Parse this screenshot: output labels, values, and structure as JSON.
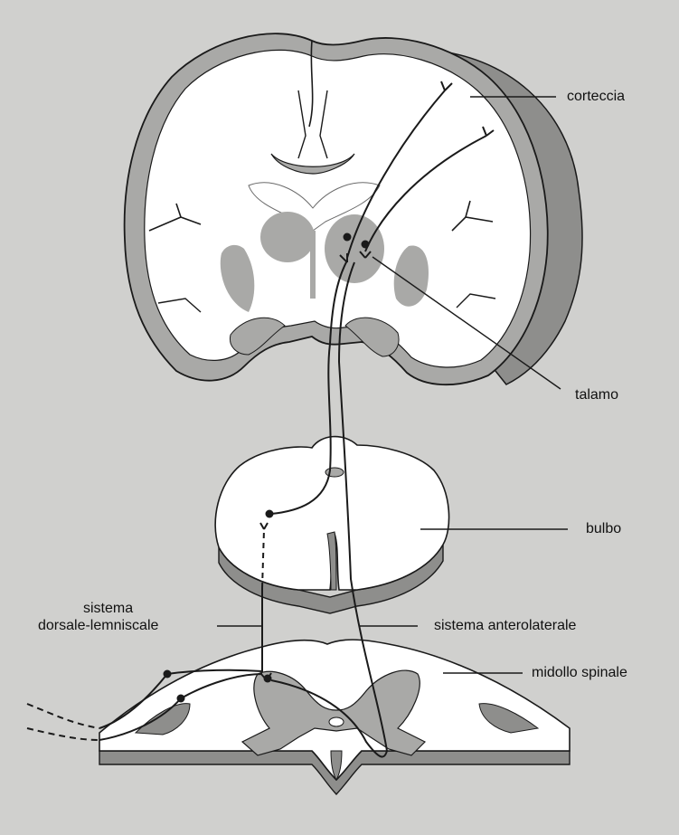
{
  "figure": {
    "labels": {
      "cortex": "corteccia",
      "thalamus": "talamo",
      "medulla": "bulbo",
      "dorsal_line1": "sistema",
      "dorsal_line2": "dorsale-lemniscale",
      "anterolateral": "sistema anterolaterale",
      "spinal_cord": "midollo spinale"
    },
    "colors": {
      "background": "#d0d0ce",
      "white_matter": "#ffffff",
      "gray_matter": "#a9a9a7",
      "shade": "#8e8e8c",
      "outline": "#1a1a1a"
    }
  }
}
